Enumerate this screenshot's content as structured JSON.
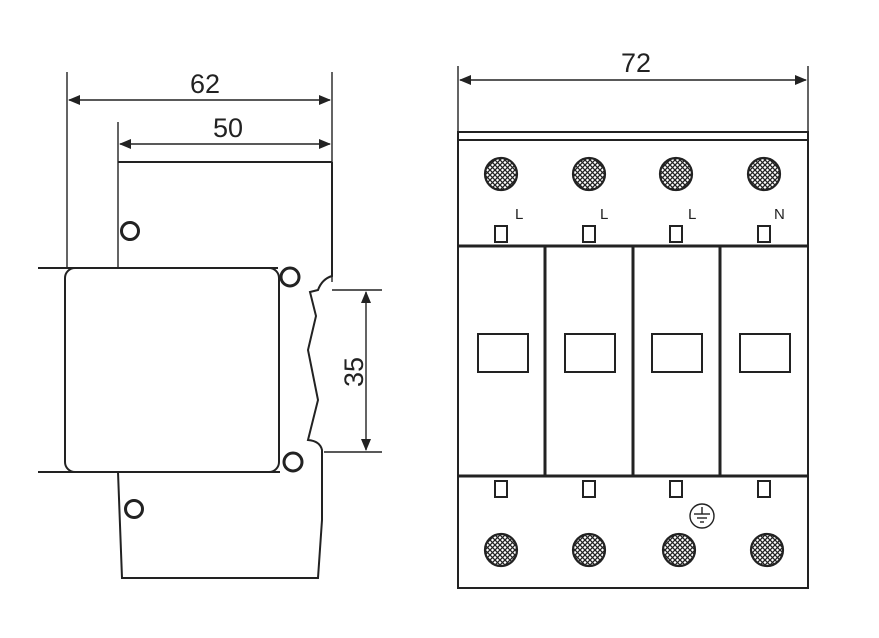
{
  "dimensions": {
    "overall_depth": "62",
    "body_depth": "50",
    "rail_height": "35",
    "width": "72"
  },
  "terminals": [
    {
      "label": "L"
    },
    {
      "label": "L"
    },
    {
      "label": "L"
    },
    {
      "label": "N"
    }
  ]
}
